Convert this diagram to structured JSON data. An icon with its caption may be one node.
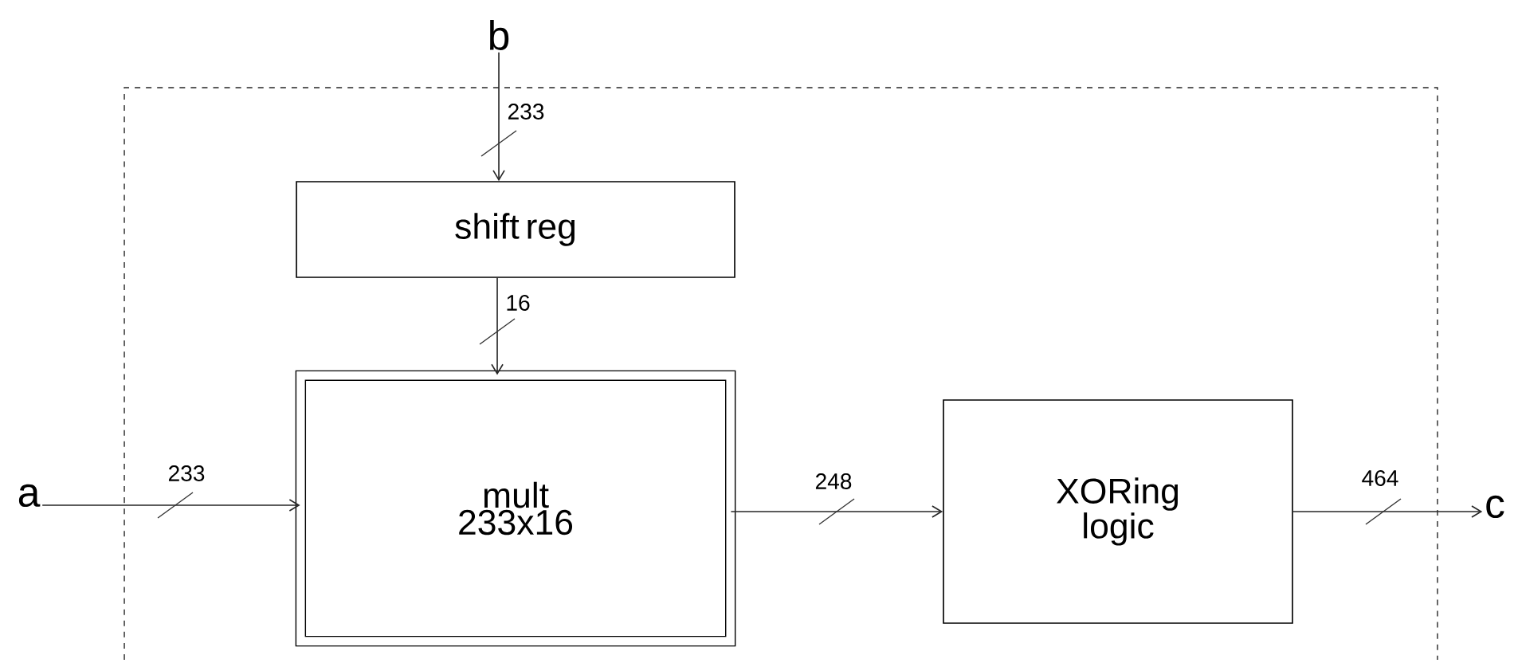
{
  "diagram": {
    "nodes": [
      {
        "text": [],
        "shape": "box"
      },
      {
        "text": [
          "shift reg"
        ],
        "in": 0
      },
      {
        "text": [
          "mult 233x16"
        ],
        "in": 0
      },
      {
        "text": [
          "XORing logic"
        ],
        "in": 0
      },
      {
        "text": [
          "b"
        ]
      },
      {
        "text": [
          "a"
        ]
      },
      {
        "text": [
          "c"
        ]
      }
    ],
    "edges": [
      {
        "from": 4,
        "to": 1,
        "arrow": "to",
        "label": "233"
      },
      {
        "from": 1,
        "to": 2,
        "arrow": "to",
        "label": "16"
      },
      {
        "from": 5,
        "to": 2,
        "arrow": "to",
        "label": "233"
      },
      {
        "from": 2,
        "to": 3,
        "arrow": "to",
        "label": "248"
      },
      {
        "from": 3,
        "to": 6,
        "arrow": "to",
        "label": "464"
      }
    ]
  }
}
